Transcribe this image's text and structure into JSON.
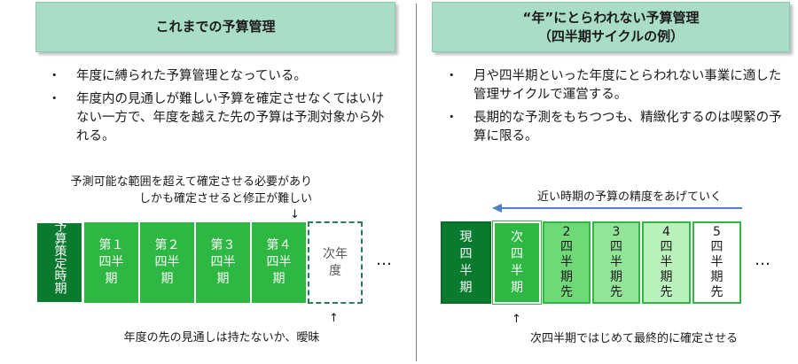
{
  "left": {
    "header": "これまでの予算管理",
    "bullets": [
      "年度に縛られた予算管理となっている。",
      "年度内の見通しが難しい予算を確定させなくてはいけない一方で、年度を越えた先の予算は予測対象から外れる。"
    ],
    "note_top_line1": "予測可能な範囲を超えて確定させる必要があり",
    "note_top_line2": "しかも確定させると修正が難しい",
    "note_bottom": "年度の先の見通しは持たないか、曖昧",
    "boxes": [
      "予算策定時期",
      "第１\n四半\n期",
      "第２\n四半\n期",
      "第３\n四半\n期",
      "第４\n四半\n期",
      "次年\n度"
    ],
    "ellipsis": "…"
  },
  "right": {
    "header_line1": "“年”にとらわれない予算管理",
    "header_line2": "（四半期サイクルの例）",
    "bullets": [
      "月や四半期といった年度にとらわれない事業に適した管理サイクルで運営する。",
      "長期的な予測をもちつつも、精緻化するのは喫緊の予算に限る。"
    ],
    "note_top": "近い時期の予算の精度をあげていく",
    "note_bottom": "次四半期ではじめて最終的に確定させる",
    "boxes": [
      "現\n四\n半\n期",
      "次\n四\n半\n期",
      "2\n四\n半\n期\n先",
      "3\n四\n半\n期\n先",
      "4\n四\n半\n期\n先",
      "5\n四\n半\n期\n先"
    ],
    "ellipsis": "…"
  },
  "colors": {
    "header_bg": "#a9ddc8",
    "dark_green": "#0a7a2e",
    "green": "#2eb843",
    "light_green": "#b9f0bc",
    "dashed_border": "#2e7b5a",
    "arrow_blue": "#4f7fc8"
  },
  "icons": [
    "down-arrow",
    "up-arrow",
    "left-arrow"
  ]
}
